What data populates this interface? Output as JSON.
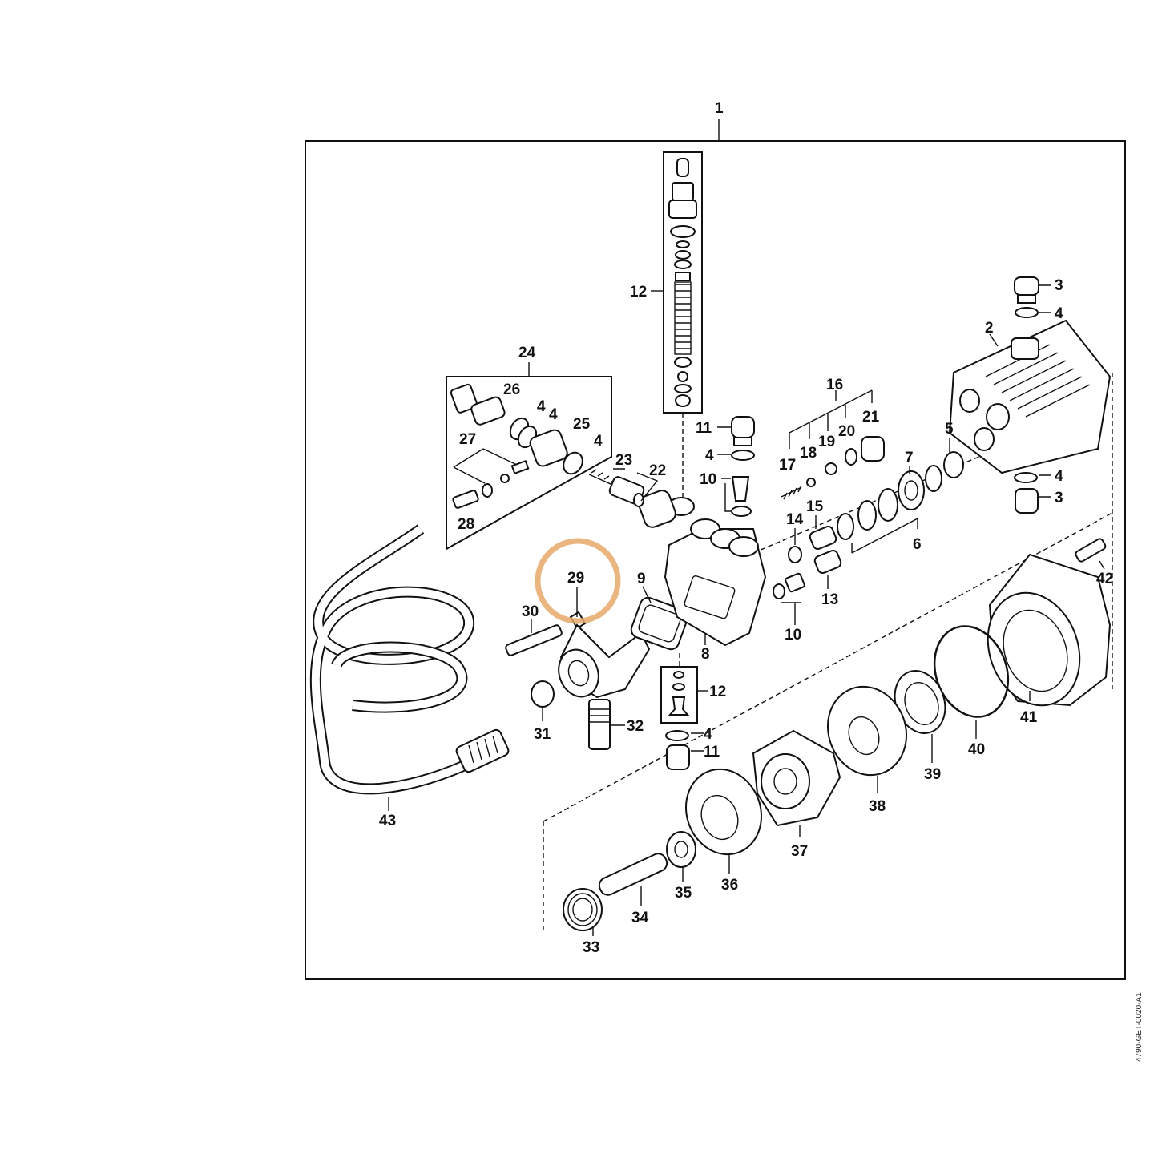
{
  "diagram": {
    "labels": {
      "l1": "1",
      "l2": "2",
      "l3a": "3",
      "l3b": "3",
      "l4a": "4",
      "l4b": "4",
      "l4c": "4",
      "l4d": "4",
      "l4e": "4",
      "l4f": "4",
      "l4g": "4",
      "l5": "5",
      "l6": "6",
      "l7": "7",
      "l8": "8",
      "l9": "9",
      "l10a": "10",
      "l10b": "10",
      "l11a": "11",
      "l11b": "11",
      "l12a": "12",
      "l12b": "12",
      "l13": "13",
      "l14": "14",
      "l15": "15",
      "l16": "16",
      "l17": "17",
      "l18": "18",
      "l19": "19",
      "l20": "20",
      "l21": "21",
      "l22": "22",
      "l23": "23",
      "l24": "24",
      "l25": "25",
      "l26": "26",
      "l27": "27",
      "l28": "28",
      "l29": "29",
      "l30": "30",
      "l31": "31",
      "l32": "32",
      "l33": "33",
      "l34": "34",
      "l35": "35",
      "l36": "36",
      "l37": "37",
      "l38": "38",
      "l39": "39",
      "l40": "40",
      "l41": "41",
      "l42": "42",
      "l43": "43"
    },
    "highlight": {
      "part": "29",
      "color": "#e8a868"
    },
    "doc_code": "4790-GET-0020-A1"
  }
}
